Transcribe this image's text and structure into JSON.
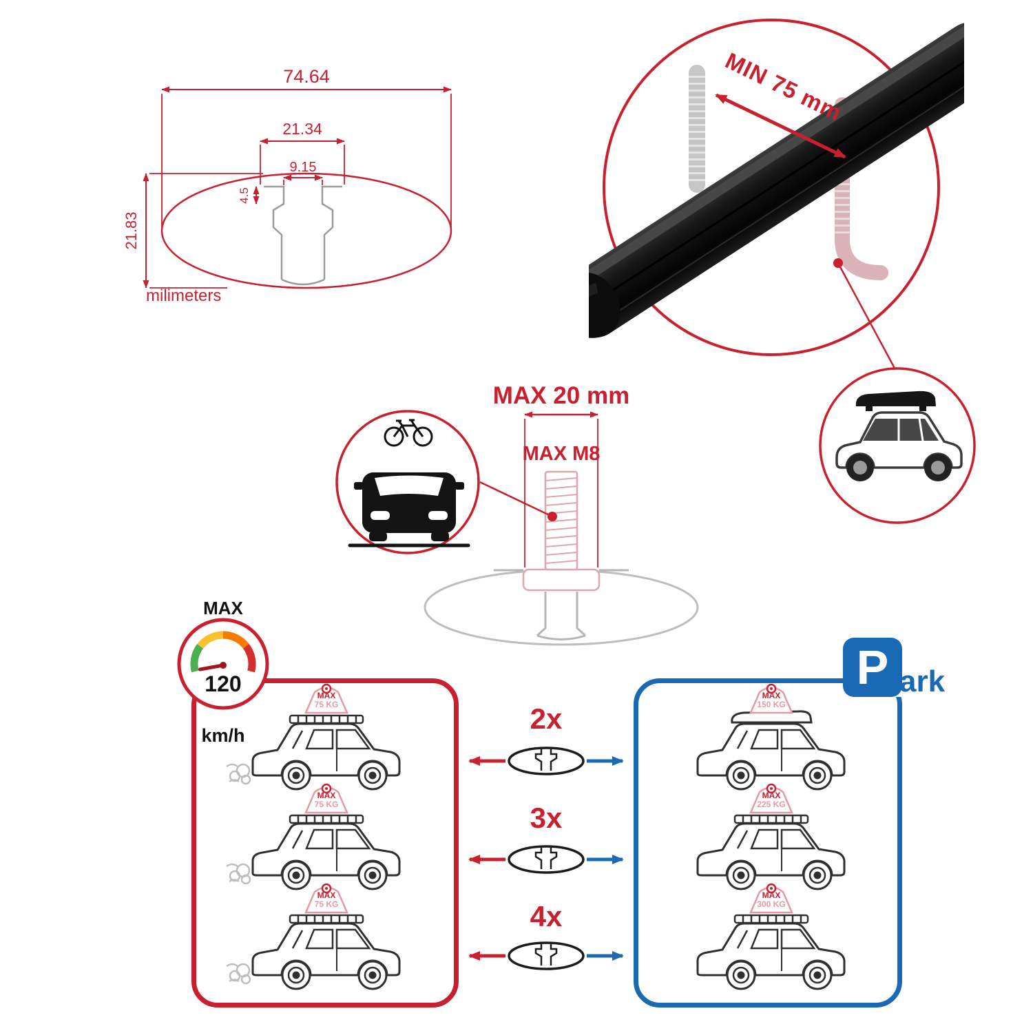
{
  "colors": {
    "red": "#c9202f",
    "pink": "#e59aa2",
    "blue": "#1a69b4",
    "ghost_grey": "#bdbdbd",
    "dark": "#1c1c1c"
  },
  "cross_section": {
    "overall_width": "74.64",
    "channel_width": "21.34",
    "slot_width": "9.15",
    "lip_depth": "4.5",
    "overall_height": "21.83",
    "units_label": "milimeters"
  },
  "bar_view": {
    "min_span": "MIN 75 mm"
  },
  "bolt": {
    "max_width": "MAX 20 mm",
    "max_thread": "MAX M8"
  },
  "speedometer": {
    "title": "MAX",
    "value": "120",
    "unit": "km/h"
  },
  "park_sign": {
    "p": "P",
    "suffix": "ark"
  },
  "comparison": {
    "driving": [
      {
        "max": "MAX",
        "weight": "75 KG"
      },
      {
        "max": "MAX",
        "weight": "75 KG"
      },
      {
        "max": "MAX",
        "weight": "75 KG"
      }
    ],
    "multipliers": [
      {
        "label": "2x"
      },
      {
        "label": "3x"
      },
      {
        "label": "4x"
      }
    ],
    "parked": [
      {
        "max": "MAX",
        "weight": "150 KG"
      },
      {
        "max": "MAX",
        "weight": "225 KG"
      },
      {
        "max": "MAX",
        "weight": "300 KG"
      }
    ]
  }
}
